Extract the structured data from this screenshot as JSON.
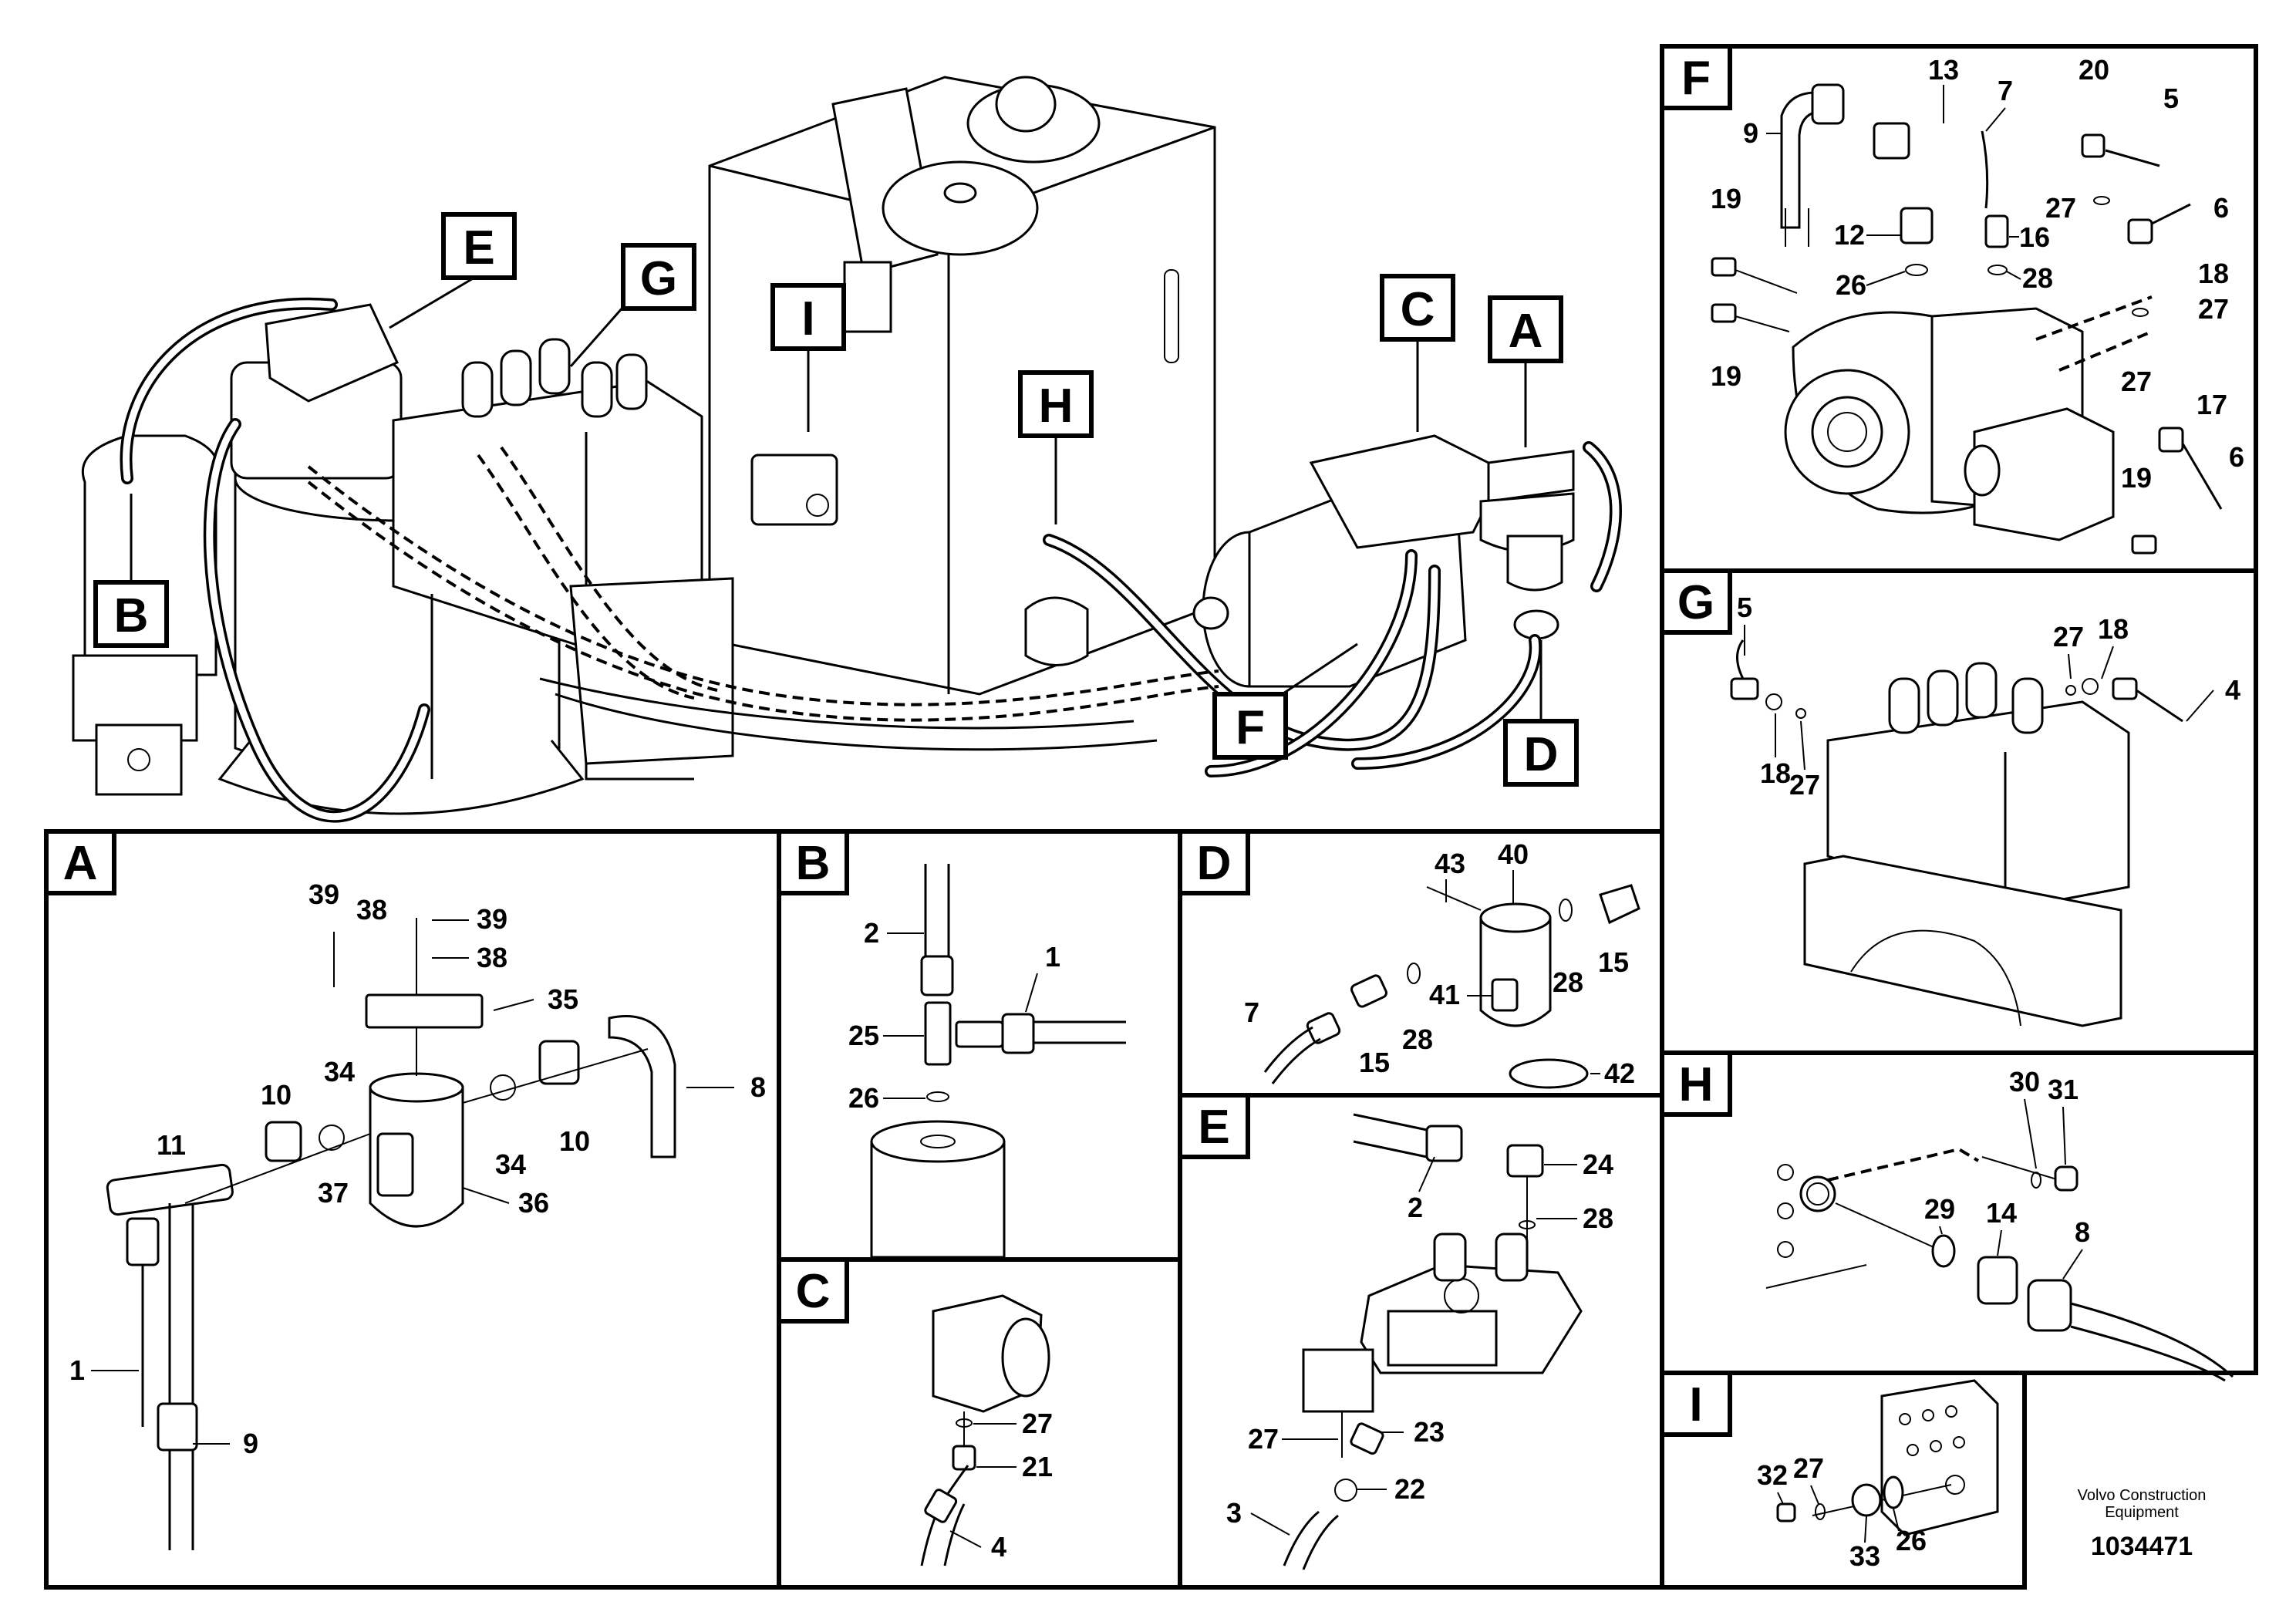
{
  "overview": {
    "callouts": [
      "E",
      "G",
      "I",
      "C",
      "A",
      "H",
      "B",
      "F",
      "D"
    ]
  },
  "panels": {
    "A": {
      "title": "A",
      "labels": [
        "39",
        "38",
        "39",
        "38",
        "35",
        "34",
        "10",
        "11",
        "34",
        "10",
        "37",
        "36",
        "8",
        "1",
        "9"
      ]
    },
    "B": {
      "title": "B",
      "labels": [
        "2",
        "1",
        "25",
        "26"
      ]
    },
    "C": {
      "title": "C",
      "labels": [
        "27",
        "21",
        "4"
      ]
    },
    "D": {
      "title": "D",
      "labels": [
        "43",
        "40",
        "15",
        "28",
        "7",
        "41",
        "15",
        "28",
        "42"
      ]
    },
    "E": {
      "title": "E",
      "labels": [
        "2",
        "24",
        "28",
        "27",
        "23",
        "22",
        "3"
      ]
    },
    "F": {
      "title": "F",
      "labels": [
        "13",
        "7",
        "20",
        "5",
        "9",
        "27",
        "6",
        "19",
        "12",
        "16",
        "18",
        "26",
        "28",
        "27",
        "19",
        "27",
        "17",
        "19",
        "6"
      ]
    },
    "G": {
      "title": "G",
      "labels": [
        "5",
        "27",
        "18",
        "4",
        "18",
        "27"
      ]
    },
    "H": {
      "title": "H",
      "labels": [
        "30",
        "31",
        "29",
        "14",
        "8"
      ]
    },
    "I": {
      "title": "I",
      "labels": [
        "32",
        "27",
        "33",
        "26"
      ]
    }
  },
  "footer": {
    "manufacturer_line1": "Volvo Construction",
    "manufacturer_line2": "Equipment",
    "drawing_number": "1034471"
  }
}
